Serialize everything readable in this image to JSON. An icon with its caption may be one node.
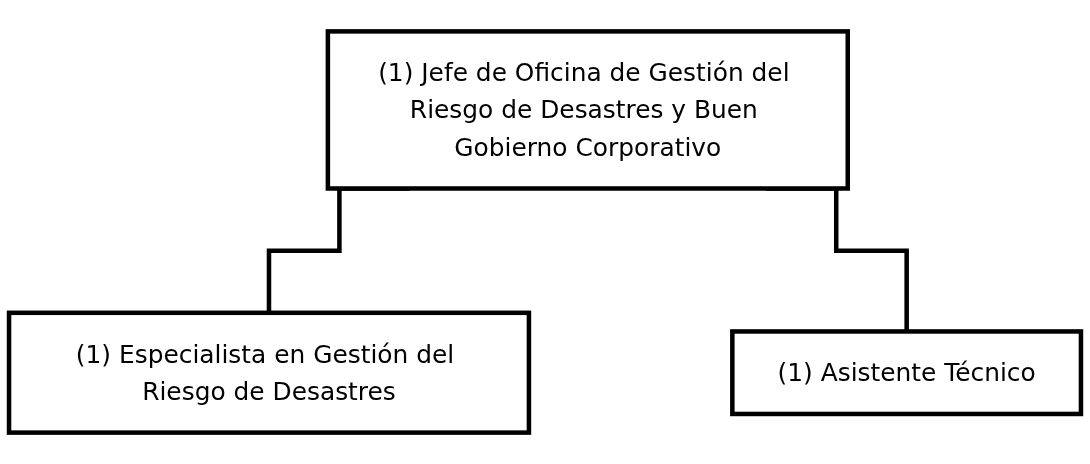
{
  "diagram": {
    "nodes": [
      {
        "text": [
          "(1) Jefe de Oficina de Gestión del Riesgo de Desastres y Buen Gobierno Corporativo"
        ]
      },
      {
        "text": [
          "(1) Especialista en Gestión del Riesgo de Desastres"
        ]
      },
      {
        "text": [
          "(1) Asistente Técnico"
        ]
      }
    ],
    "edges": [
      {
        "from": 0,
        "to": 1,
        "arrow": "none"
      },
      {
        "from": 0,
        "to": 2,
        "arrow": "none"
      }
    ]
  }
}
